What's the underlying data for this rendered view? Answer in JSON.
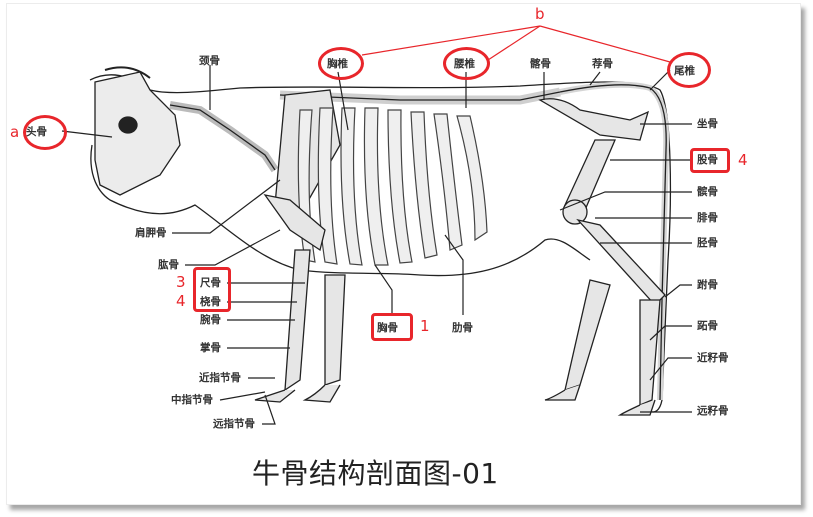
{
  "title": "牛骨结构剖面图-01",
  "colors": {
    "annotation_red": "#e8262b",
    "label_text": "#333333",
    "bone_fill": "#e6e6e6",
    "outline": "#222222"
  },
  "labels": {
    "skull": "头骨",
    "cervical": "颈骨",
    "thoracic_vertebra": "胸椎",
    "lumbar_vertebra": "腰椎",
    "ilium": "髂骨",
    "sacrum": "荐骨",
    "caudal_vertebra": "尾椎",
    "ischium": "坐骨",
    "femur": "股骨",
    "patella": "髌骨",
    "fibula": "腓骨",
    "tibia": "胫骨",
    "tarsal": "跗骨",
    "metatarsal": "跖骨",
    "proximal_sesamoid": "近籽骨",
    "distal_sesamoid": "远籽骨",
    "scapula": "肩胛骨",
    "humerus": "肱骨",
    "ulna": "尺骨",
    "radius": "桡骨",
    "carpal": "腕骨",
    "metacarpal": "掌骨",
    "proximal_phalanx": "近指节骨",
    "middle_phalanx": "中指节骨",
    "distal_phalanx": "远指节骨",
    "sternum": "胸骨",
    "rib": "肋骨"
  },
  "annotations": {
    "a": "a",
    "b": "b",
    "sternum_num": "1",
    "ulna_num": "3",
    "radius_num": "4",
    "femur_num": "4"
  }
}
